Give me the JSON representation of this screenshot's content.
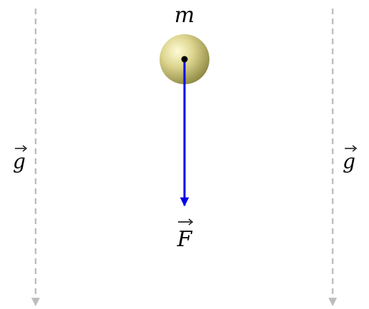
{
  "diagram": {
    "mass_label": "m",
    "force_label": "F",
    "field_label_left": "g",
    "field_label_right": "g"
  },
  "colors": {
    "force_arrow": "#0000e6",
    "field_lines": "#bdbdbd",
    "mass_fill": "#c9c27a",
    "mass_highlight": "#fffbd6",
    "mass_shade": "#8f8a45",
    "point": "#000000"
  }
}
